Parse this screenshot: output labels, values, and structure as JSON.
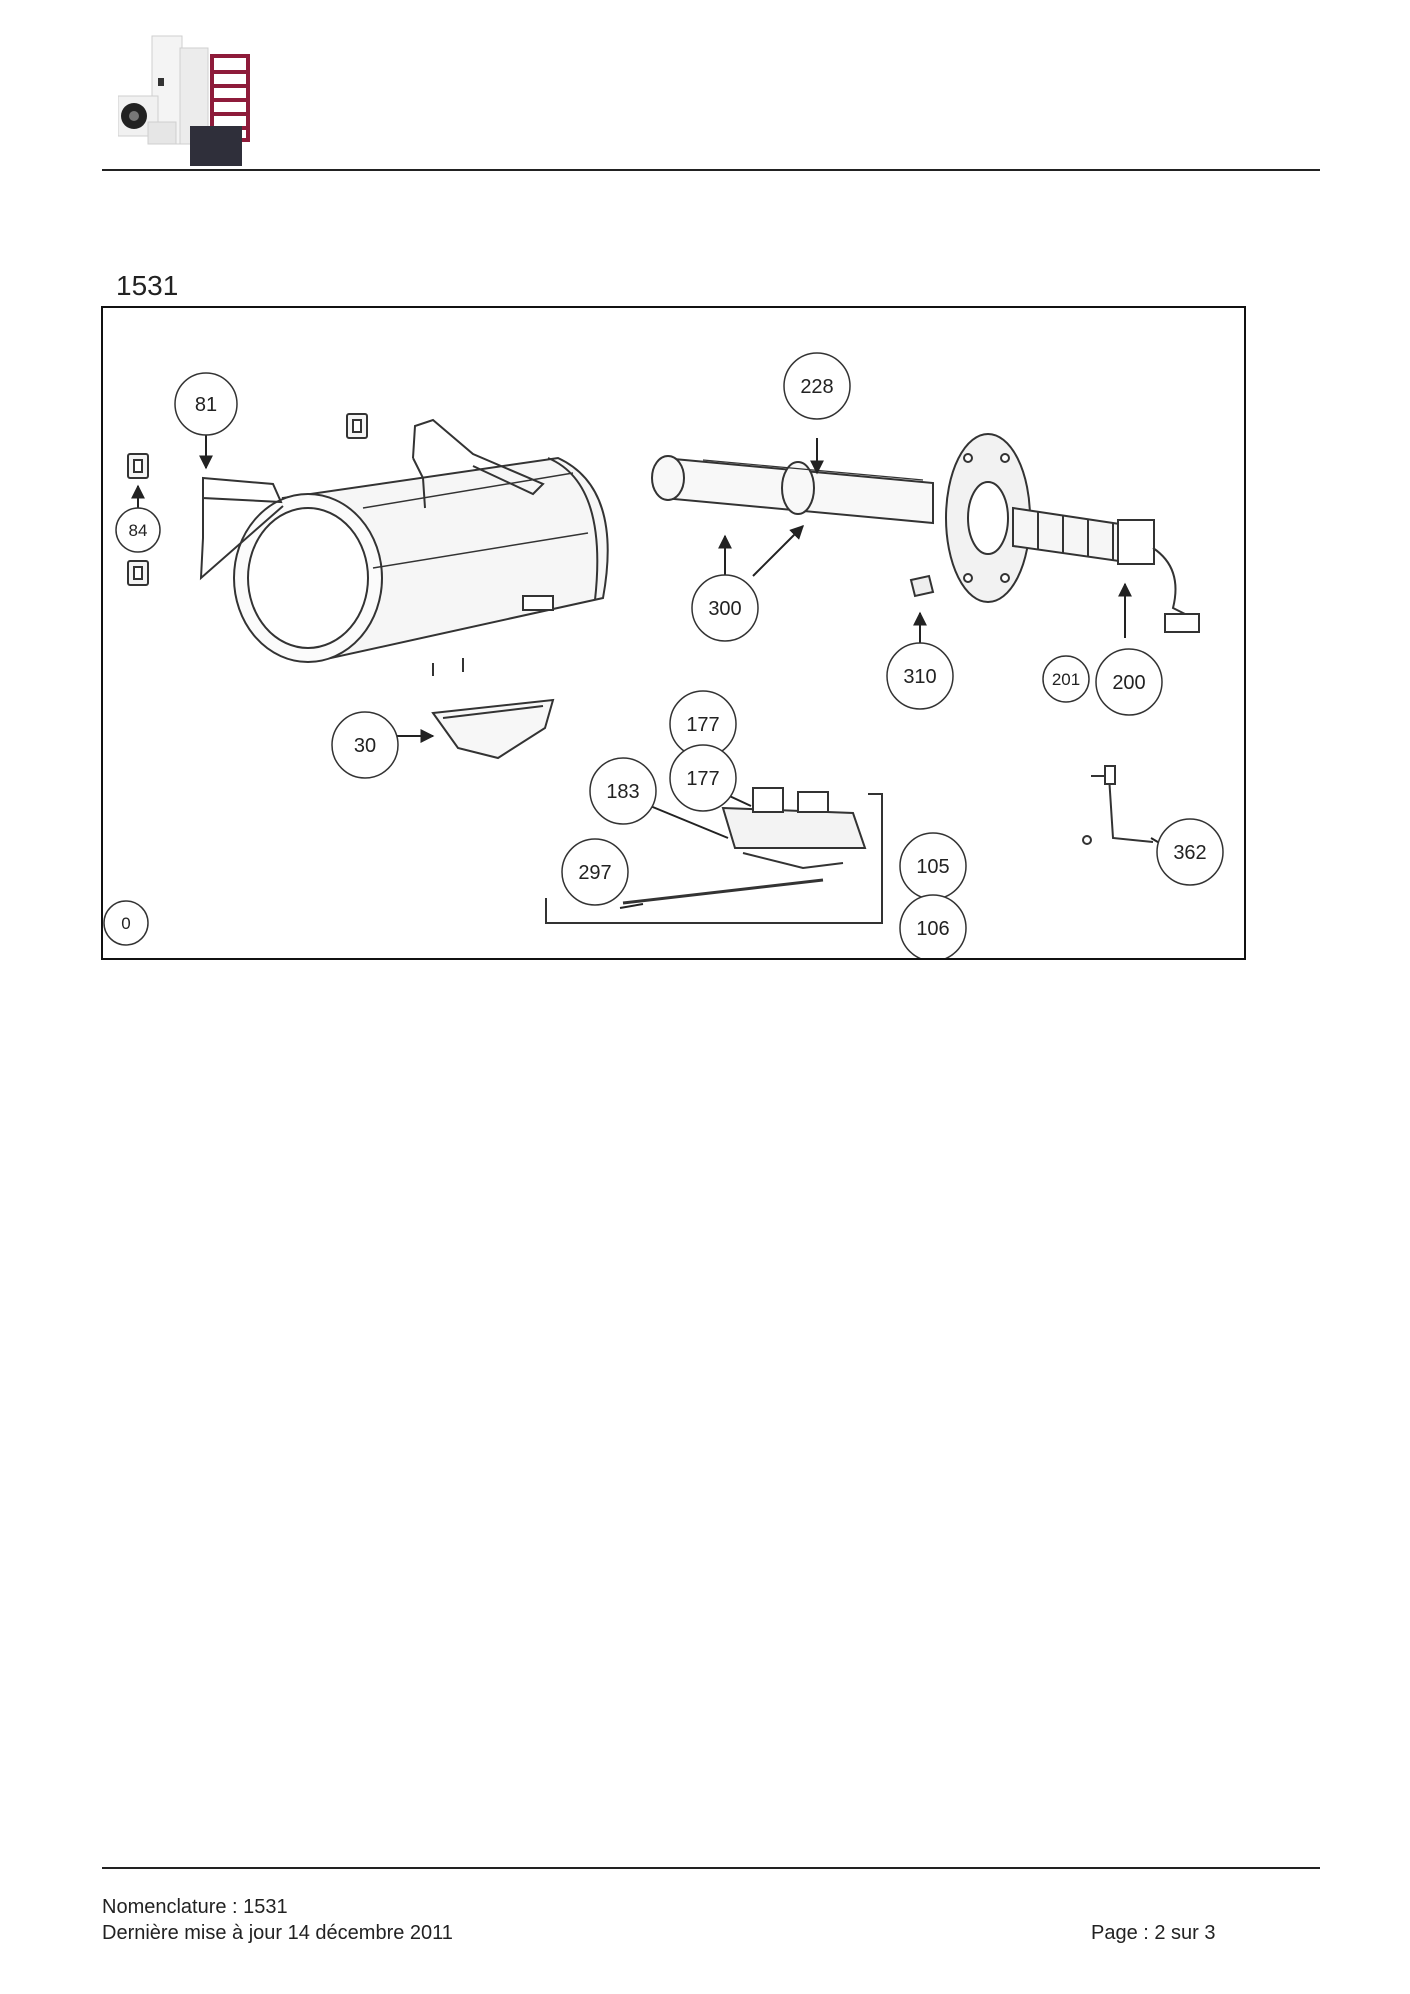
{
  "figure": {
    "title": "1531",
    "callouts": [
      {
        "id": "c-81",
        "label": "81"
      },
      {
        "id": "c-84",
        "label": "84"
      },
      {
        "id": "c-228",
        "label": "228"
      },
      {
        "id": "c-300",
        "label": "300"
      },
      {
        "id": "c-310",
        "label": "310"
      },
      {
        "id": "c-201",
        "label": "201"
      },
      {
        "id": "c-200",
        "label": "200"
      },
      {
        "id": "c-30",
        "label": "30"
      },
      {
        "id": "c-177a",
        "label": "177"
      },
      {
        "id": "c-177b",
        "label": "177"
      },
      {
        "id": "c-183",
        "label": "183"
      },
      {
        "id": "c-297",
        "label": "297"
      },
      {
        "id": "c-105",
        "label": "105"
      },
      {
        "id": "c-106",
        "label": "106"
      },
      {
        "id": "c-362",
        "label": "362"
      },
      {
        "id": "c-0",
        "label": "0"
      }
    ]
  },
  "footer": {
    "nomenclature": "Nomenclature : 1531",
    "updated": "Dernière mise à jour 14 décembre 2011",
    "page": "Page : 2 sur 3"
  },
  "colors": {
    "rule": "#222222",
    "logo_red": "#8e1b3a",
    "logo_dark": "#2f2f3a",
    "line": "#333333"
  }
}
